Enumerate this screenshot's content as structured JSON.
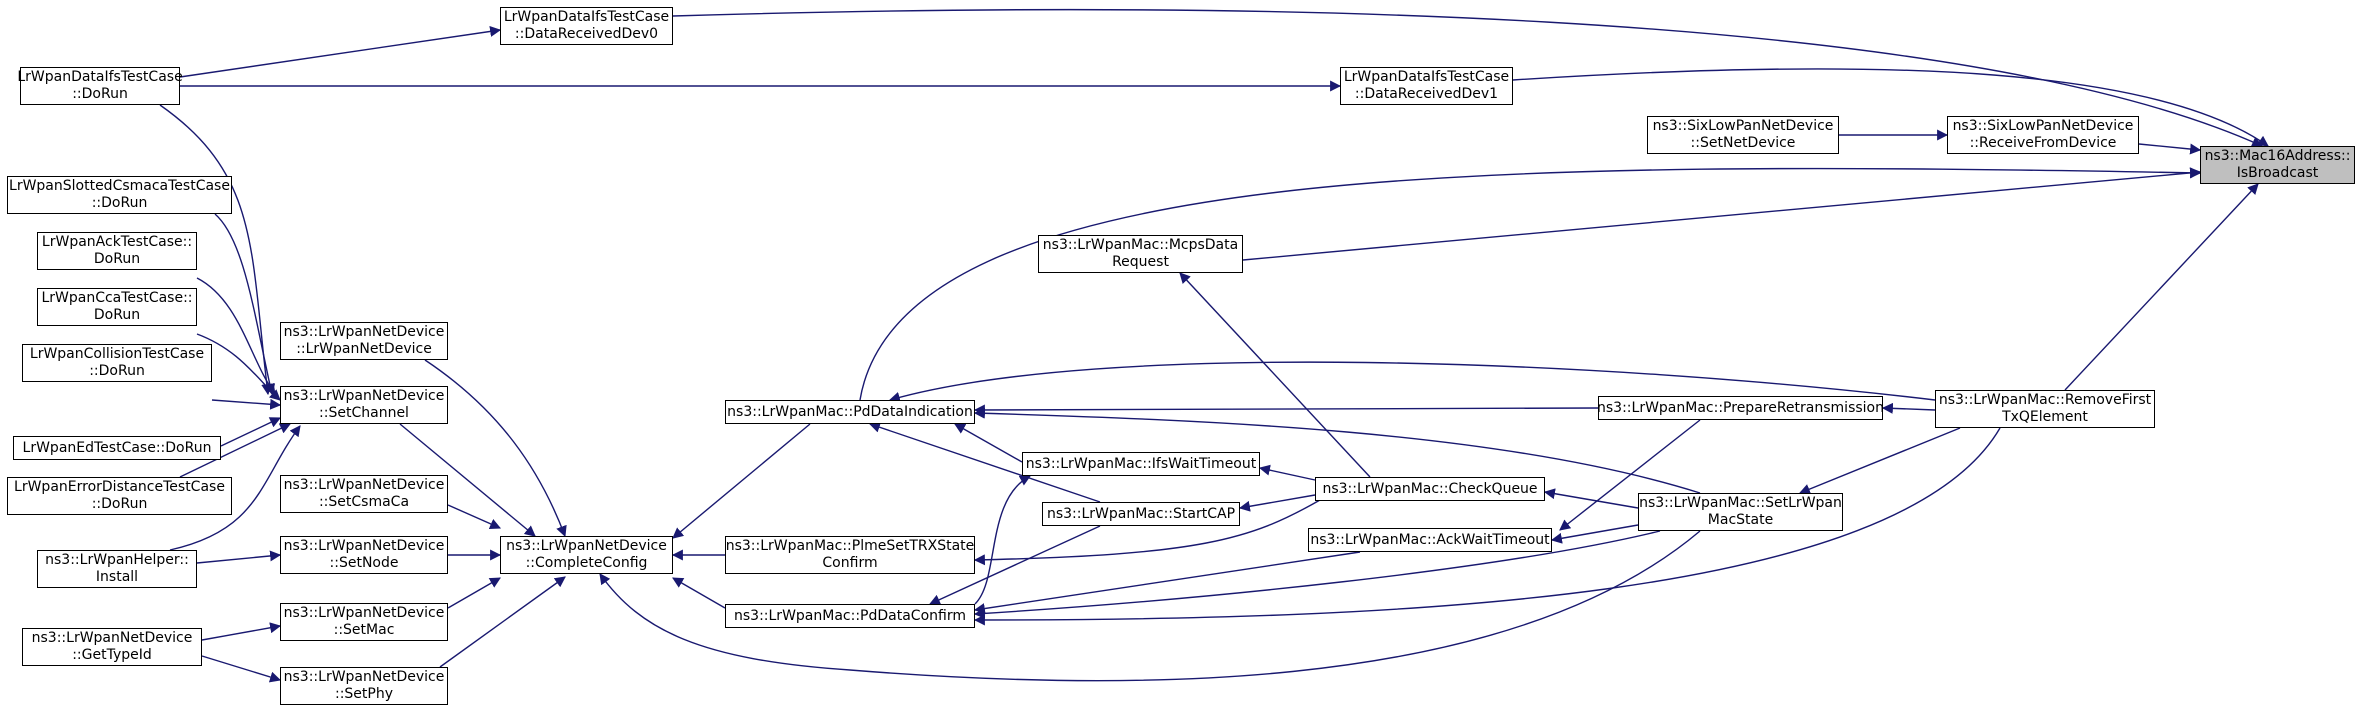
{
  "colors": {
    "edge": "#191970",
    "node_border": "#000000",
    "root_fill": "#bfbfbf"
  },
  "nodes": {
    "root": [
      "ns3::Mac16Address::",
      "IsBroadcast"
    ],
    "dataifs_dorun": [
      "LrWpanDataIfsTestCase",
      "::DoRun"
    ],
    "dataifs_recv0": [
      "LrWpanDataIfsTestCase",
      "::DataReceivedDev0"
    ],
    "dataifs_recv1": [
      "LrWpanDataIfsTestCase",
      "::DataReceivedDev1"
    ],
    "sixlow_setnetdev": [
      "ns3::SixLowPanNetDevice",
      "::SetNetDevice"
    ],
    "sixlow_receive": [
      "ns3::SixLowPanNetDevice",
      "::ReceiveFromDevice"
    ],
    "slotted_dorun": [
      "LrWpanSlottedCsmacaTestCase",
      "::DoRun"
    ],
    "ack_dorun": [
      "LrWpanAckTestCase::",
      "DoRun"
    ],
    "cca_dorun": [
      "LrWpanCcaTestCase::",
      "DoRun"
    ],
    "collision_dorun": [
      "LrWpanCollisionTestCase",
      "::DoRun"
    ],
    "ed_dorun": [
      "LrWpanEdTestCase::DoRun"
    ],
    "errordist_dorun": [
      "LrWpanErrorDistanceTestCase",
      "::DoRun"
    ],
    "helper_install": [
      "ns3::LrWpanHelper::",
      "Install"
    ],
    "gettypeid": [
      "ns3::LrWpanNetDevice",
      "::GetTypeId"
    ],
    "ctor": [
      "ns3::LrWpanNetDevice",
      "::LrWpanNetDevice"
    ],
    "setchannel": [
      "ns3::LrWpanNetDevice",
      "::SetChannel"
    ],
    "setcsmaca": [
      "ns3::LrWpanNetDevice",
      "::SetCsmaCa"
    ],
    "setnode": [
      "ns3::LrWpanNetDevice",
      "::SetNode"
    ],
    "setmac": [
      "ns3::LrWpanNetDevice",
      "::SetMac"
    ],
    "setphy": [
      "ns3::LrWpanNetDevice",
      "::SetPhy"
    ],
    "completeconfig": [
      "ns3::LrWpanNetDevice",
      "::CompleteConfig"
    ],
    "pddataindication": [
      "ns3::LrWpanMac::PdDataIndication"
    ],
    "plmesettrx": [
      "ns3::LrWpanMac::PlmeSetTRXState",
      "Confirm"
    ],
    "pddataconfirm": [
      "ns3::LrWpanMac::PdDataConfirm"
    ],
    "mcpsdatarequest": [
      "ns3::LrWpanMac::McpsData",
      "Request"
    ],
    "ifswaittimeout": [
      "ns3::LrWpanMac::IfsWaitTimeout"
    ],
    "startcap": [
      "ns3::LrWpanMac::StartCAP"
    ],
    "checkqueue": [
      "ns3::LrWpanMac::CheckQueue"
    ],
    "ackwaittimeout": [
      "ns3::LrWpanMac::AckWaitTimeout"
    ],
    "prepareretx": [
      "ns3::LrWpanMac::PrepareRetransmission"
    ],
    "setlrwpanmacstate": [
      "ns3::LrWpanMac::SetLrWpan",
      "MacState"
    ],
    "removefirsttxq": [
      "ns3::LrWpanMac::RemoveFirst",
      "TxQElement"
    ]
  }
}
